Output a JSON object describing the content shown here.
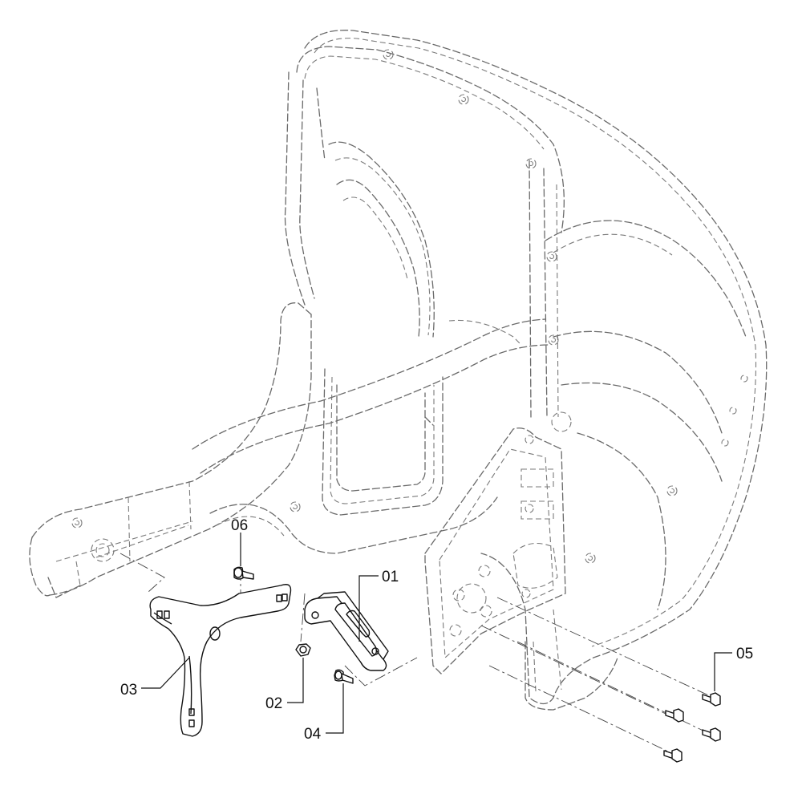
{
  "callouts": [
    {
      "id": "01",
      "label": "01"
    },
    {
      "id": "02",
      "label": "02"
    },
    {
      "id": "03",
      "label": "03"
    },
    {
      "id": "04",
      "label": "04"
    },
    {
      "id": "05",
      "label": "05"
    },
    {
      "id": "06",
      "label": "06"
    }
  ]
}
